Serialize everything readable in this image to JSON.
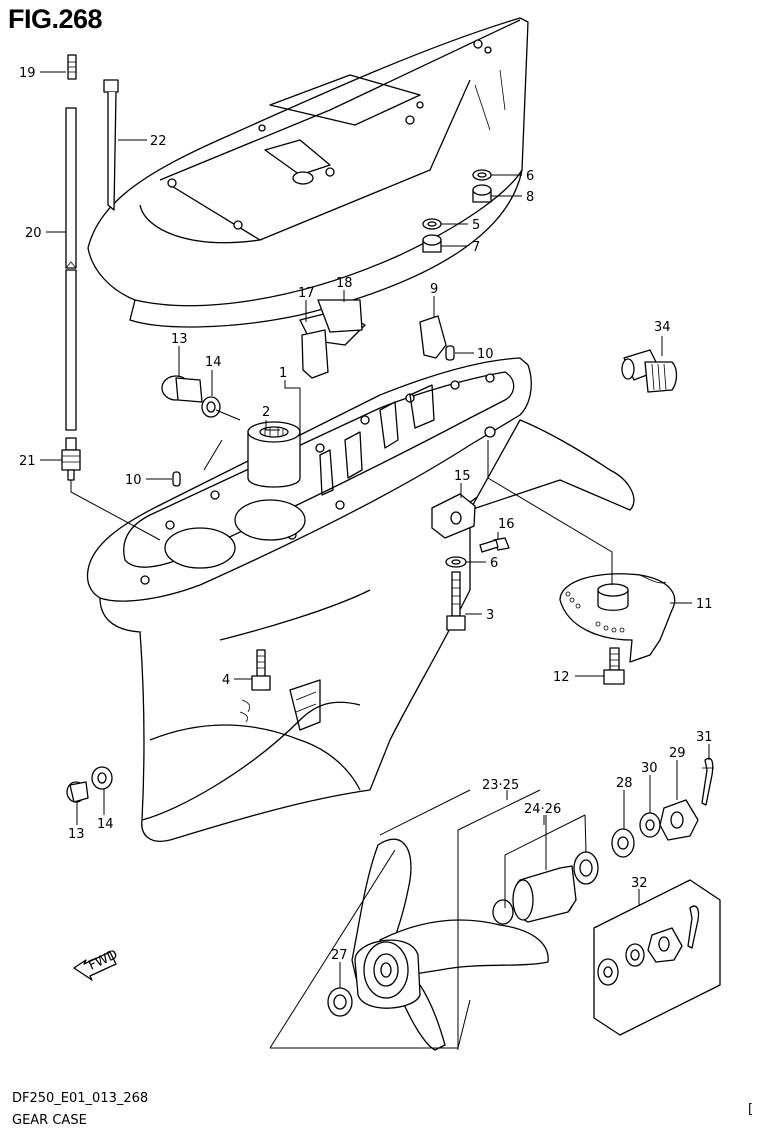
{
  "figure": {
    "title": "FIG.268",
    "code": "DF250_E01_013_268",
    "name": "GEAR CASE",
    "corner_mark": "["
  },
  "callouts": [
    {
      "id": "c19",
      "text": "19"
    },
    {
      "id": "c22",
      "text": "22"
    },
    {
      "id": "c20",
      "text": "20"
    },
    {
      "id": "c6a",
      "text": "6"
    },
    {
      "id": "c8",
      "text": "8"
    },
    {
      "id": "c5",
      "text": "5"
    },
    {
      "id": "c7",
      "text": "7"
    },
    {
      "id": "c17",
      "text": "17"
    },
    {
      "id": "c18",
      "text": "18"
    },
    {
      "id": "c9",
      "text": "9"
    },
    {
      "id": "c10a",
      "text": "10"
    },
    {
      "id": "c34",
      "text": "34"
    },
    {
      "id": "c13a",
      "text": "13"
    },
    {
      "id": "c14a",
      "text": "14"
    },
    {
      "id": "c1",
      "text": "1"
    },
    {
      "id": "c2",
      "text": "2"
    },
    {
      "id": "c21",
      "text": "21"
    },
    {
      "id": "c10b",
      "text": "10"
    },
    {
      "id": "c15",
      "text": "15"
    },
    {
      "id": "c16",
      "text": "16"
    },
    {
      "id": "c6b",
      "text": "6"
    },
    {
      "id": "c3",
      "text": "3"
    },
    {
      "id": "c11",
      "text": "11"
    },
    {
      "id": "c4",
      "text": "4"
    },
    {
      "id": "c12",
      "text": "12"
    },
    {
      "id": "c31",
      "text": "31"
    },
    {
      "id": "c29",
      "text": "29"
    },
    {
      "id": "c30",
      "text": "30"
    },
    {
      "id": "c28",
      "text": "28"
    },
    {
      "id": "c23_25",
      "text": "23·25"
    },
    {
      "id": "c24_26",
      "text": "24·26"
    },
    {
      "id": "c13b",
      "text": "13"
    },
    {
      "id": "c14b",
      "text": "14"
    },
    {
      "id": "c32",
      "text": "32"
    },
    {
      "id": "c27",
      "text": "27"
    }
  ],
  "fwd_marker": "FWD",
  "icons": [
    "fwd-arrow-icon"
  ]
}
